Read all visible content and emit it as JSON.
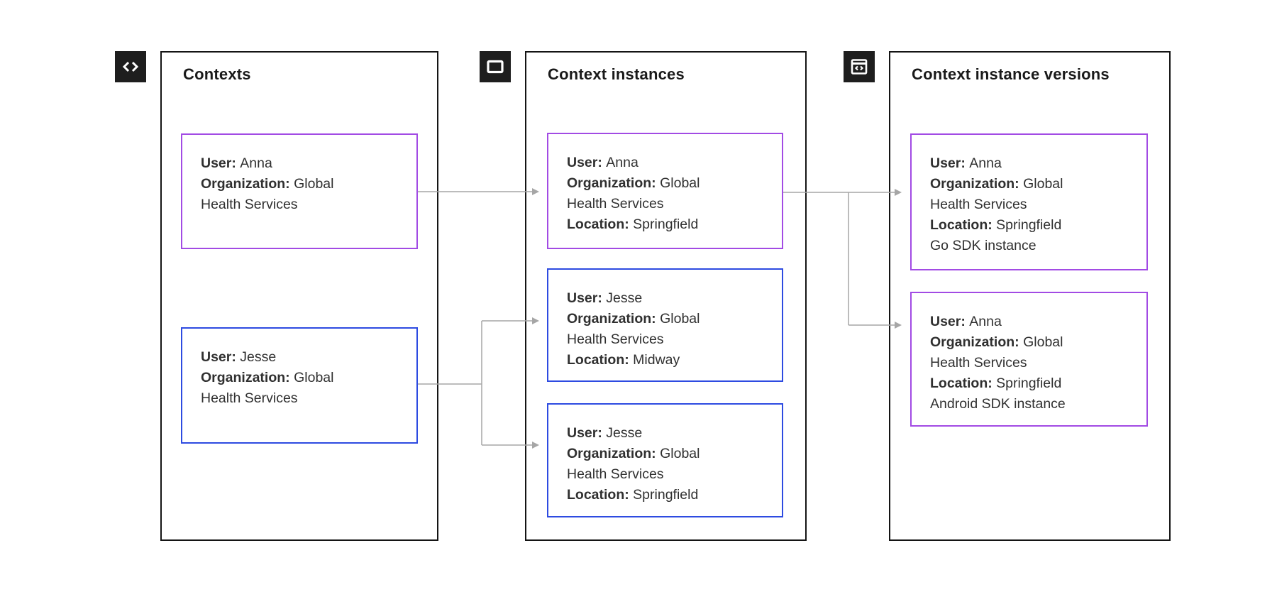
{
  "colors": {
    "page_bg": "#ffffff",
    "box_border": "#141414",
    "icon_bg": "#1e1e1e",
    "title_text": "#1a1a1a",
    "card_text": "#303030",
    "purple": "#a24be4",
    "blue": "#2d4be1",
    "connector": "#a6a6a6"
  },
  "columns": [
    {
      "title": "Contexts",
      "icon": "code-icon",
      "cards": [
        {
          "border": "purple",
          "rows": [
            {
              "label": "User:",
              "text": "Anna"
            },
            {
              "label": "Organization:",
              "text": "Global"
            },
            {
              "label": "",
              "text": "Health Services"
            }
          ]
        },
        {
          "border": "blue",
          "rows": [
            {
              "label": "User:",
              "text": "Jesse"
            },
            {
              "label": "Organization:",
              "text": "Global"
            },
            {
              "label": "",
              "text": "Health Services"
            }
          ]
        }
      ]
    },
    {
      "title": "Context instances",
      "icon": "window-icon",
      "cards": [
        {
          "border": "purple",
          "rows": [
            {
              "label": "User:",
              "text": "Anna"
            },
            {
              "label": "Organization:",
              "text": "Global"
            },
            {
              "label": "",
              "text": "Health Services"
            },
            {
              "label": "Location:",
              "text": "Springfield"
            }
          ]
        },
        {
          "border": "blue",
          "rows": [
            {
              "label": "User:",
              "text": "Jesse"
            },
            {
              "label": "Organization:",
              "text": "Global"
            },
            {
              "label": "",
              "text": "Health Services"
            },
            {
              "label": "Location:",
              "text": "Midway"
            }
          ]
        },
        {
          "border": "blue",
          "rows": [
            {
              "label": "User:",
              "text": "Jesse"
            },
            {
              "label": "Organization:",
              "text": "Global"
            },
            {
              "label": "",
              "text": "Health Services"
            },
            {
              "label": "Location:",
              "text": "Springfield"
            }
          ]
        }
      ]
    },
    {
      "title": "Context instance versions",
      "icon": "code-window-icon",
      "cards": [
        {
          "border": "purple",
          "rows": [
            {
              "label": "User:",
              "text": "Anna"
            },
            {
              "label": "Organization:",
              "text": "Global"
            },
            {
              "label": "",
              "text": "Health Services"
            },
            {
              "label": "Location:",
              "text": "Springfield"
            },
            {
              "label": "",
              "text": "Go SDK instance"
            }
          ]
        },
        {
          "border": "purple",
          "rows": [
            {
              "label": "User:",
              "text": "Anna"
            },
            {
              "label": "Organization:",
              "text": "Global"
            },
            {
              "label": "",
              "text": "Health Services"
            },
            {
              "label": "Location:",
              "text": "Springfield"
            },
            {
              "label": "",
              "text": "Android SDK instance"
            }
          ]
        }
      ]
    }
  ]
}
